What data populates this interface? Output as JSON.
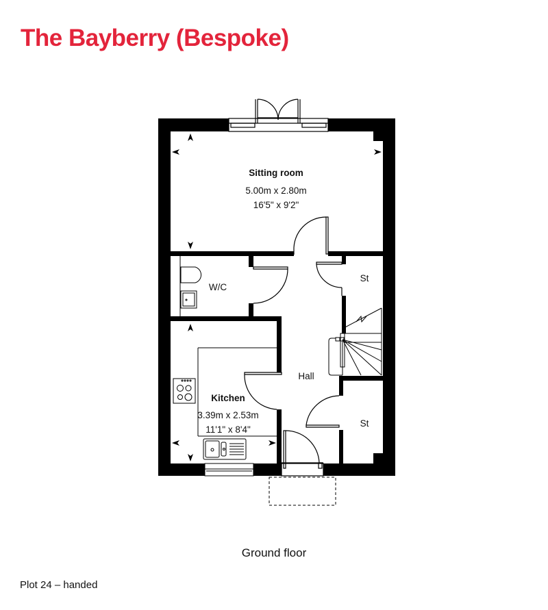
{
  "header": {
    "title": "The Bayberry (Bespoke)",
    "title_color": "#e3243b"
  },
  "floorplan": {
    "floor_name": "Ground floor",
    "rooms": [
      {
        "name": "Sitting room",
        "metric": "5.00m x 2.80m",
        "imperial": "16'5\" x 9'2\""
      },
      {
        "name": "W/C"
      },
      {
        "name": "St"
      },
      {
        "name": "Hall"
      },
      {
        "name": "Kitchen",
        "metric": "3.39m x 2.53m",
        "imperial": "11'1\" x 8'4\""
      },
      {
        "name": "St"
      }
    ],
    "wall_color": "#000000"
  },
  "footer": {
    "plot_note": "Plot 24 – handed"
  }
}
